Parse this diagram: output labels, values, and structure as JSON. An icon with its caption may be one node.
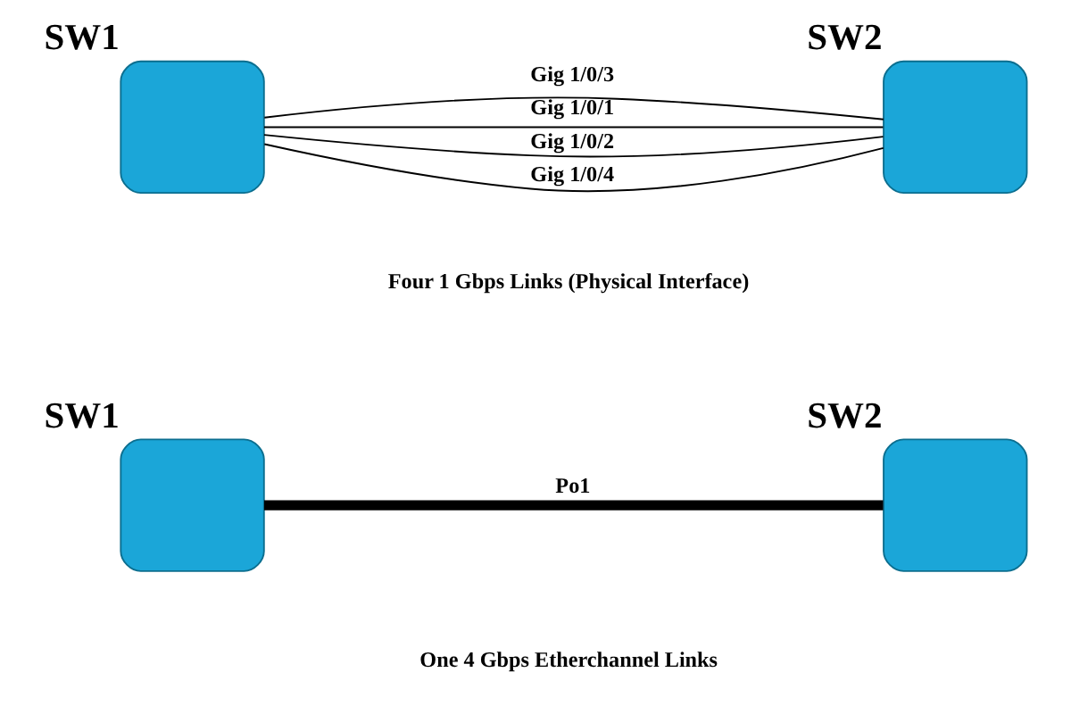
{
  "diagram": {
    "nodes": [
      {
        "text": [],
        "shape": "box",
        "beside": [
          "SW1"
        ]
      },
      {
        "text": [],
        "shape": "box",
        "beside": [
          "SW2"
        ]
      },
      {
        "text": [],
        "shape": "box",
        "beside": [
          "SW1"
        ]
      },
      {
        "text": [],
        "shape": "box",
        "beside": [
          "SW2"
        ]
      }
    ],
    "edges": [
      {
        "from": 0,
        "to": 1,
        "arrow": "none",
        "label": "Gig 1/0/1"
      },
      {
        "from": 0,
        "to": 1,
        "arrow": "none",
        "label": "Gig 1/0/2"
      },
      {
        "from": 0,
        "to": 1,
        "arrow": "none",
        "label": "Gig 1/0/3"
      },
      {
        "from": 0,
        "to": 1,
        "arrow": "none",
        "label": "Gig 1/0/4"
      },
      {
        "from": 2,
        "to": 3,
        "arrow": "none",
        "label": "Po1",
        "style": "thick"
      }
    ],
    "labels": [
      "Four 1 Gbps Links (Physical Interface)",
      "One 4 Gbps Etherchannel Links"
    ]
  }
}
